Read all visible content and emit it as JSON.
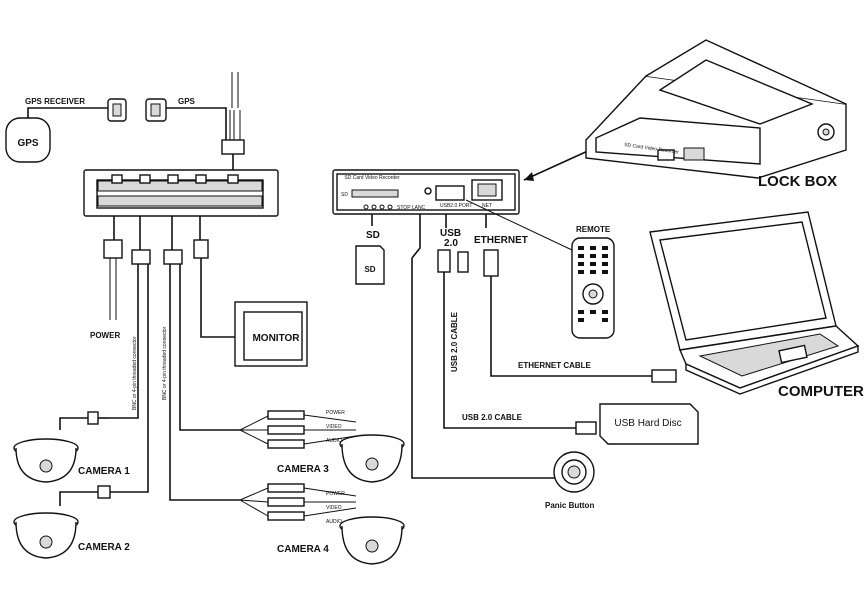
{
  "labels": {
    "gps_receiver": "GPS RECEIVER",
    "gps_cable": "GPS",
    "gps_unit": "GPS",
    "power": "POWER",
    "bnc_left": "BNC or 4-pin threaded connector",
    "bnc_right": "BNC or 4-pin threaded connector",
    "monitor": "MONITOR",
    "camera1": "CAMERA 1",
    "camera2": "CAMERA 2",
    "camera3": "CAMERA 3",
    "camera4": "CAMERA 4",
    "power_small": "POWER",
    "video_small": "VIDEO",
    "audio_small": "AUDIO",
    "recorder_title": "SD Card Video Recorder",
    "sd_port": "SD",
    "stop_lanc": "STOP LANC",
    "usb_port": "USB2.0 PORT",
    "net_port": "NET",
    "sd": "SD",
    "usb_top": "USB",
    "usb_version": "2.0",
    "ethernet": "ETHERNET",
    "remote": "REMOTE",
    "lock_box": "LOCK BOX",
    "lockbox_plate": "SD Card Video Recorder",
    "computer": "COMPUTER",
    "ethernet_cable": "ETHERNET CABLE",
    "usb_cable_vertical": "USB 2.0 CABLE",
    "usb_cable": "USB 2.0 CABLE",
    "usb_hard_disc": "USB Hard Disc",
    "panic_button": "Panic Button"
  }
}
